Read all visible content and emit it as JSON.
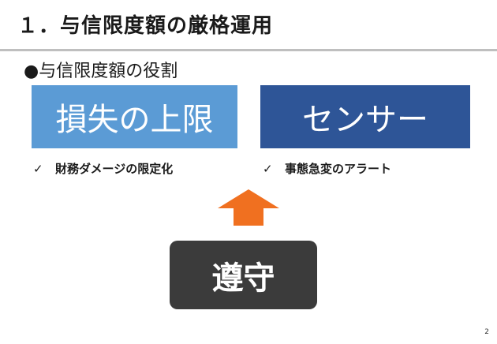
{
  "slide": {
    "title": "１．与信限度額の厳格運用",
    "bullet_heading": "●与信限度額の役割",
    "boxes": {
      "left": "損失の上限",
      "right": "センサー"
    },
    "checks": {
      "left": "財務ダメージの限定化",
      "right": "事態急変のアラート",
      "mark": "✓"
    },
    "comply": "遵守",
    "page_number": "2"
  },
  "colors": {
    "box_left": "#5b9bd5",
    "box_right": "#2e5597",
    "arrow": "#f07020",
    "comply_box": "#3b3b3b"
  },
  "icons": {
    "arrow": "up-arrow-icon",
    "check": "check-mark-icon"
  }
}
